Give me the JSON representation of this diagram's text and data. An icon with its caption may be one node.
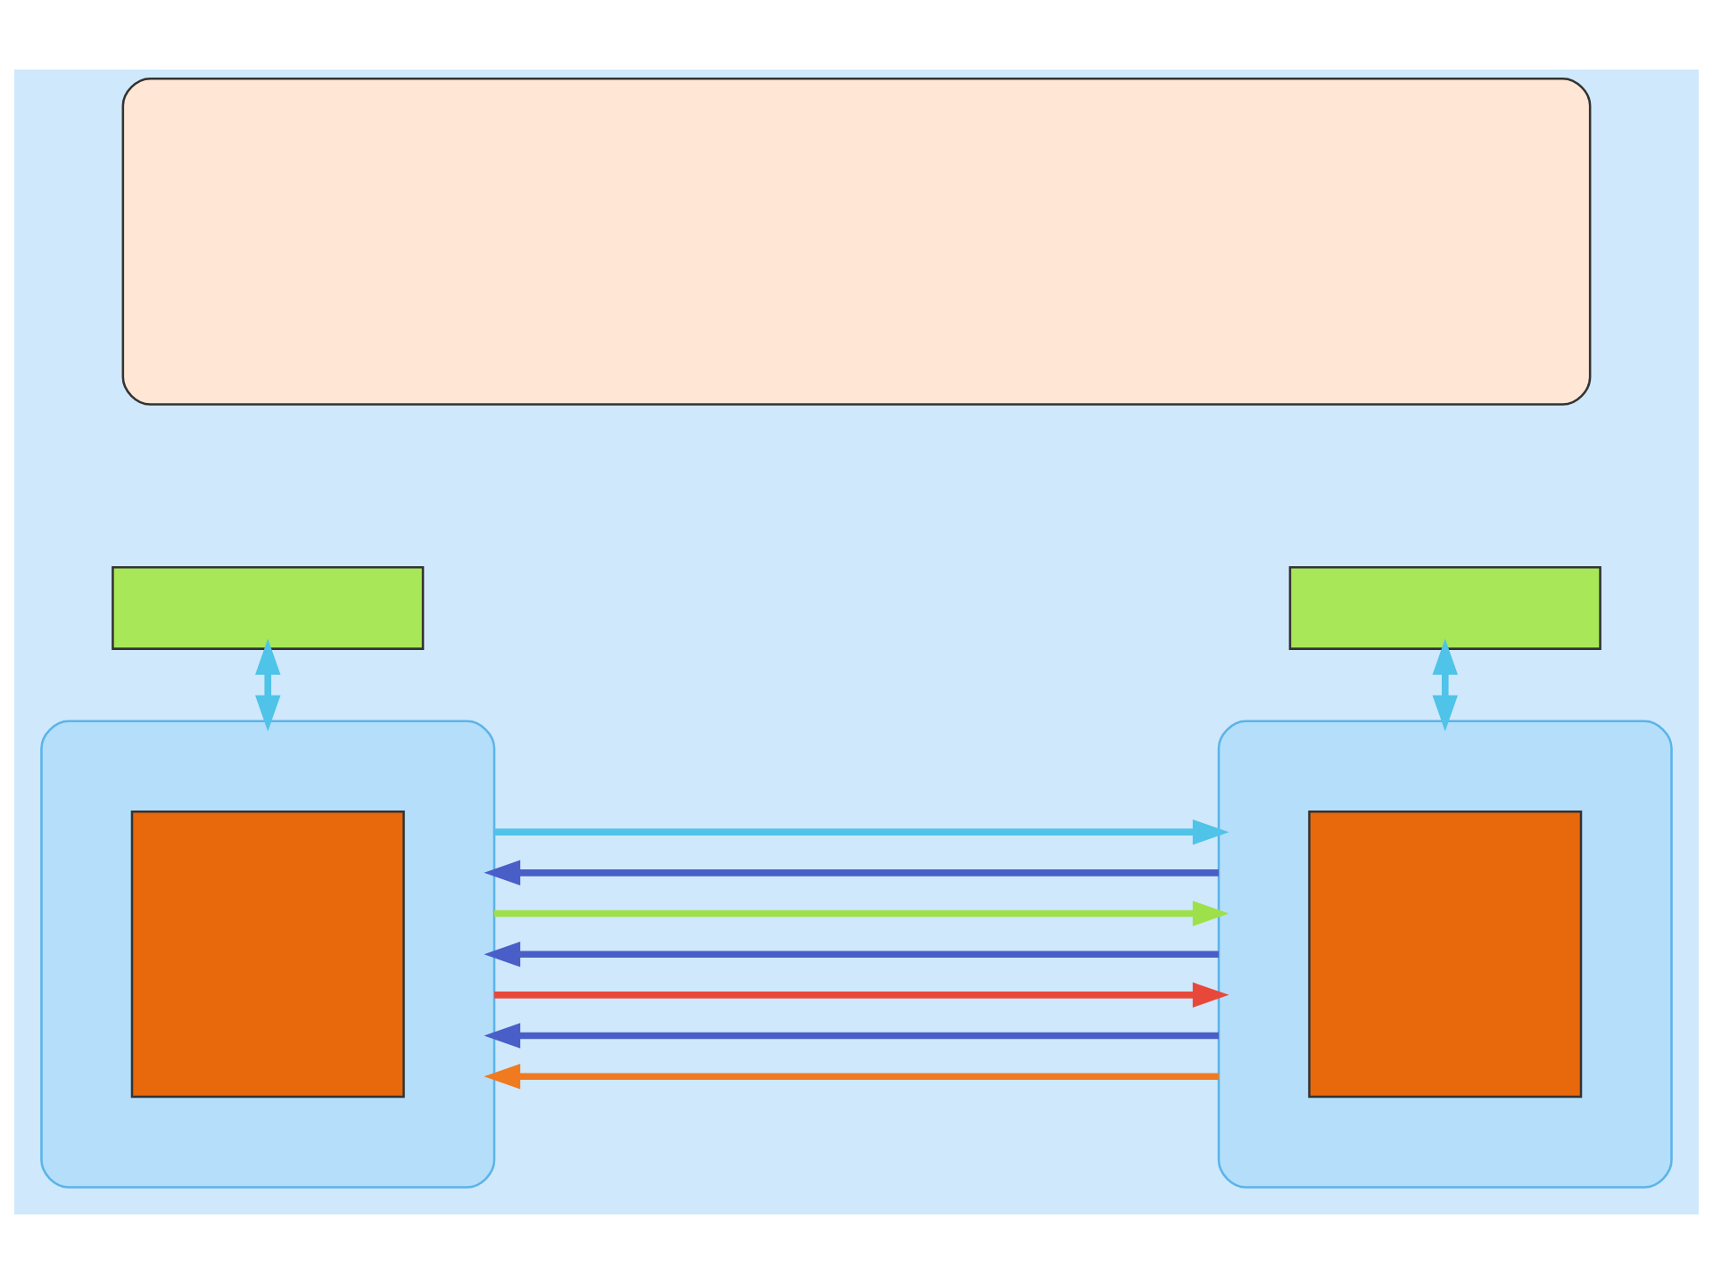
{
  "diagram": {
    "nodes": [
      {
        "text": [],
        "shape": "box"
      },
      {
        "text": [],
        "shape": "box"
      },
      {
        "text": [],
        "shape": "box"
      },
      {
        "text": [],
        "shape": "box"
      },
      {
        "text": [],
        "shape": "box",
        "in": 3
      },
      {
        "text": [],
        "shape": "box"
      },
      {
        "text": [],
        "shape": "box",
        "in": 5
      }
    ],
    "edges": [
      {
        "from": 1,
        "to": 3,
        "arrow": "both",
        "color": "#4fc3e8"
      },
      {
        "from": 2,
        "to": 5,
        "arrow": "both",
        "color": "#4fc3e8"
      },
      {
        "from": 3,
        "to": 5,
        "arrow": "to",
        "color": "#4fc3e8"
      },
      {
        "from": 5,
        "to": 3,
        "arrow": "to",
        "color": "#4a5ec8"
      },
      {
        "from": 3,
        "to": 5,
        "arrow": "to",
        "color": "#9ee04a"
      },
      {
        "from": 5,
        "to": 3,
        "arrow": "to",
        "color": "#4a5ec8"
      },
      {
        "from": 3,
        "to": 5,
        "arrow": "to",
        "color": "#e8483a"
      },
      {
        "from": 5,
        "to": 3,
        "arrow": "to",
        "color": "#4a5ec8"
      },
      {
        "from": 5,
        "to": 3,
        "arrow": "to",
        "color": "#f07a20"
      }
    ]
  }
}
